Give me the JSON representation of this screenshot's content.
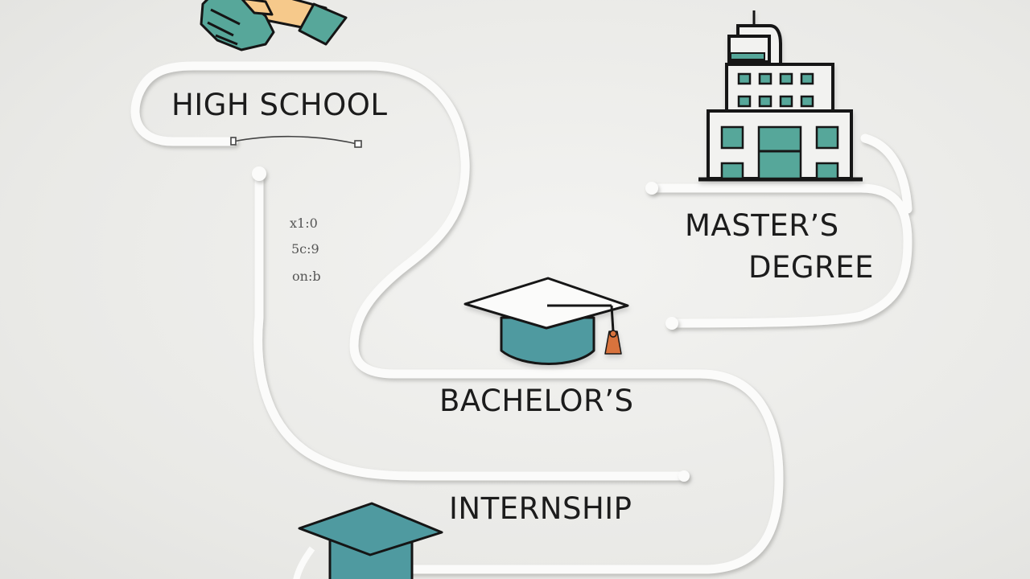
{
  "stages": {
    "high_school": "HIGH SCHOOL",
    "masters_line1": "MASTER’S",
    "masters_line2": "DEGREE",
    "bachelors": "BACHELOR’S",
    "internship": "INTERNSHIP"
  },
  "notes": [
    "x1:0",
    "5c:9",
    "on:b"
  ],
  "icons": [
    "handshake-icon",
    "office-building-icon",
    "graduation-cap-icon",
    "graduation-cap-icon"
  ],
  "colors": {
    "accent_teal": "#57a79a",
    "cap_teal": "#4f9aa0",
    "hand_peach": "#f6c98b",
    "outline": "#151515",
    "tassel": "#d8733d",
    "path_white": "#fbfbfa"
  }
}
